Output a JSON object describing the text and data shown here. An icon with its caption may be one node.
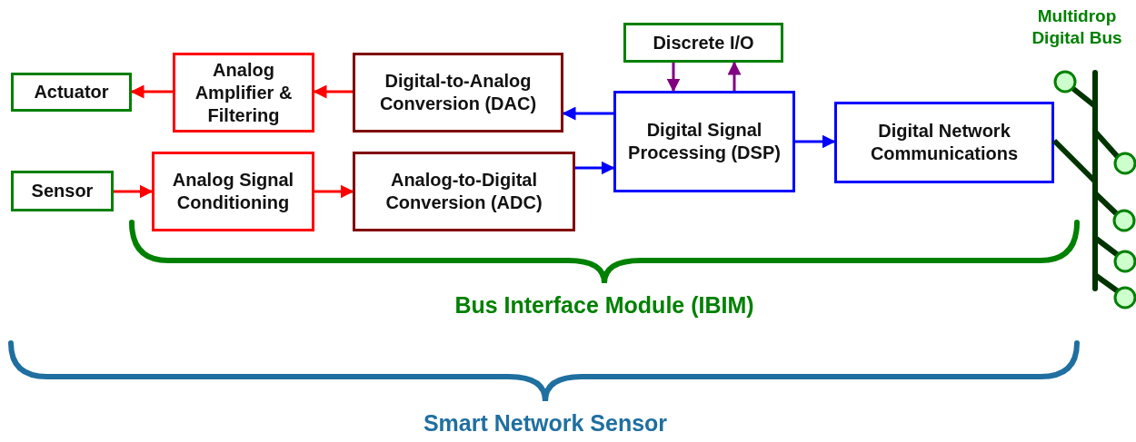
{
  "diagram": {
    "nodes": [
      {
        "text": [
          "Actuator"
        ]
      },
      {
        "text": [
          "Analog Amplifier & Filtering"
        ]
      },
      {
        "text": [
          "Digital-to-Analog Conversion (DAC)"
        ]
      },
      {
        "text": [
          "Discrete I/O"
        ]
      },
      {
        "text": [
          "Digital Signal Processing (DSP)"
        ]
      },
      {
        "text": [
          "Digital Network Communications"
        ]
      },
      {
        "text": [
          "Sensor"
        ]
      },
      {
        "text": [
          "Analog Signal Conditioning"
        ]
      },
      {
        "text": [
          "Analog-to-Digital Conversion (ADC)"
        ]
      },
      {
        "text": [
          "Multidrop Digital Bus"
        ]
      }
    ],
    "edges": [
      {
        "from": 1,
        "to": 0,
        "arrow": "to",
        "color": "#ff0000"
      },
      {
        "from": 2,
        "to": 1,
        "arrow": "to",
        "color": "#ff0000"
      },
      {
        "from": 4,
        "to": 2,
        "arrow": "to",
        "color": "#0000ff"
      },
      {
        "from": 3,
        "to": 4,
        "arrow": "to",
        "color": "#800080"
      },
      {
        "from": 4,
        "to": 3,
        "arrow": "to",
        "color": "#800080"
      },
      {
        "from": 6,
        "to": 7,
        "arrow": "to",
        "color": "#ff0000"
      },
      {
        "from": 7,
        "to": 8,
        "arrow": "to",
        "color": "#ff0000"
      },
      {
        "from": 8,
        "to": 4,
        "arrow": "to",
        "color": "#0000ff"
      },
      {
        "from": 4,
        "to": 5,
        "arrow": "to",
        "color": "#0000ff"
      },
      {
        "from": 5,
        "to": 9,
        "arrow": "none",
        "style": "thick",
        "color": "#003300"
      }
    ],
    "labels": [
      "Bus Interface Module (IBIM)",
      "Smart Network Sensor"
    ]
  }
}
